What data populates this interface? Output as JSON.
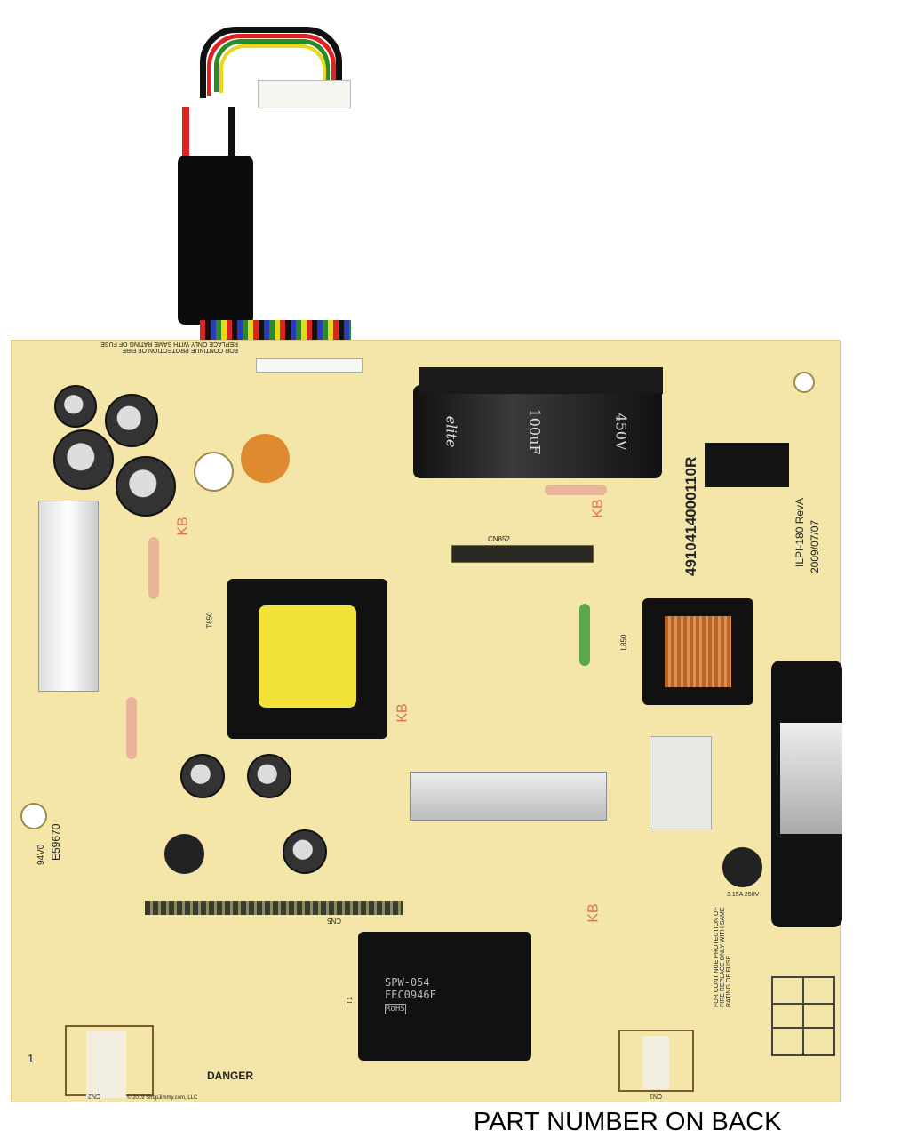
{
  "board": {
    "part_marking": "4910414000110R",
    "model": "ILPI-180 RevA",
    "date": "2009/07/07",
    "cert_code": "E59670",
    "rating": "94V0",
    "danger_label": "DANGER",
    "fuse_note": "FOR CONTINUE PROTECTION OF FIRE REPLACE ONLY WITH SAME RATING OF FUSE",
    "pin_one": "1",
    "connectors": [
      "CN2",
      "CN1",
      "CN852",
      "CN5"
    ],
    "transformers": [
      "T850",
      "L850",
      "T1"
    ],
    "kb_marks": [
      "KB",
      "KB",
      "KB",
      "KB"
    ]
  },
  "main_capacitor": {
    "brand": "elite",
    "capacitance": "100uF",
    "voltage": "450V"
  },
  "inverter_transformer": {
    "model": "SPW-054",
    "lot": "FEC0946F",
    "compliance": "RoHS"
  },
  "fuse": {
    "rating": "3.15A 250V"
  },
  "caption": "PART NUMBER ON BACK",
  "copyright": "© 2019 ShopJimmy.com, LLC",
  "colors": {
    "board": "#f3e6a8",
    "capacitor": "#1a1a1a",
    "transformer_core": "#f2e23a"
  }
}
